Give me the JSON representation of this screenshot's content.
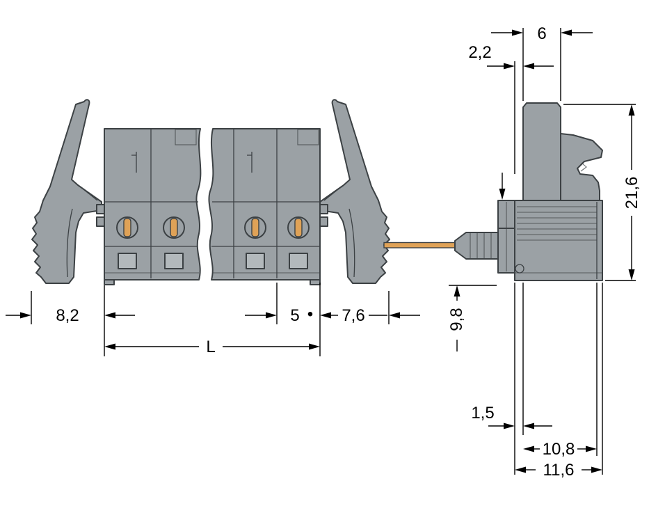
{
  "front": {
    "dim_left": "8,2",
    "dim_pitch": "5",
    "note_marker": "•",
    "dim_right": "7,6",
    "dim_total": "L"
  },
  "side": {
    "dim_gap": "2,2",
    "dim_width": "6",
    "dim_height": "21,6",
    "dim_pin": "9,8",
    "dim_foot": "1,5",
    "dim_depth_inner": "10,8",
    "dim_depth_total": "11,6"
  },
  "colors": {
    "body": "#9ba1a5",
    "body_light": "#b3b9bc",
    "outline": "#3c4144",
    "copper": "#dfa257",
    "dim": "#000000",
    "bg": "#ffffff"
  }
}
